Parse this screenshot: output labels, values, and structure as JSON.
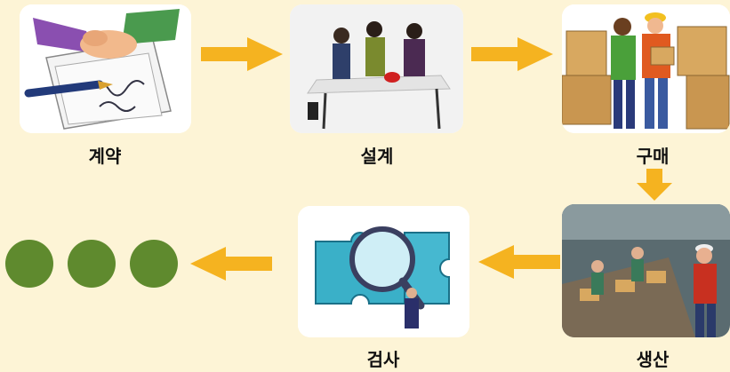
{
  "steps": {
    "contract": "계약",
    "design": "설계",
    "purchase": "구매",
    "production": "생산",
    "inspection": "검사"
  },
  "colors": {
    "background": "#fdf4d6",
    "arrow": "#f5b320",
    "dot": "#5f8a2e"
  }
}
